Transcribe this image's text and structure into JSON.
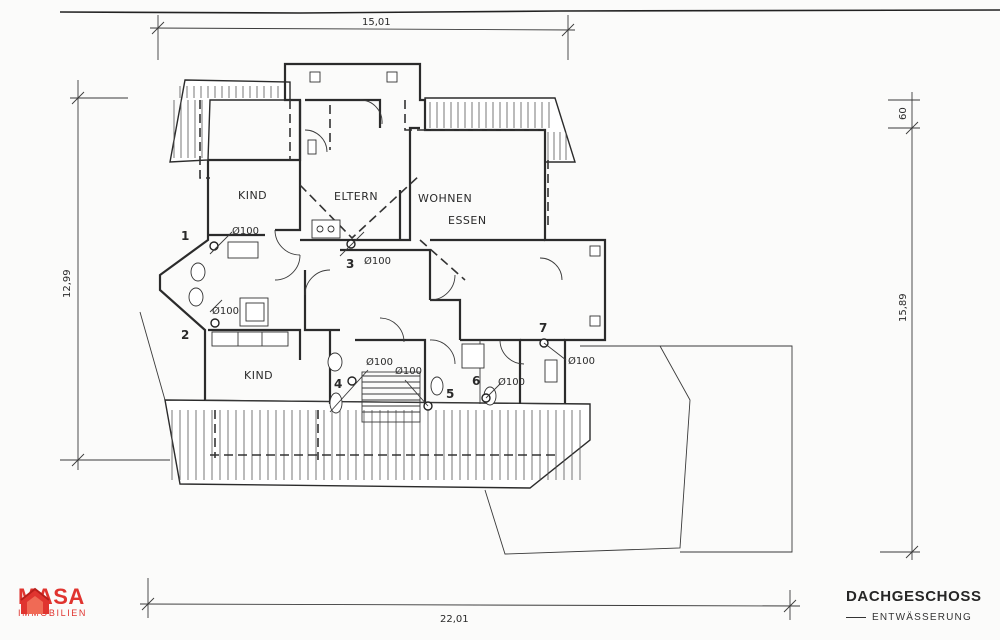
{
  "title": "DACHGESCHOSS",
  "subtitle": "ENTWÄSSERUNG",
  "brand": {
    "name": "MASA",
    "sub": "IMMOBILIEN",
    "color": "#e0342f"
  },
  "rooms": {
    "kind_top": "KIND",
    "eltern": "ELTERN",
    "wohnen": "WOHNEN",
    "essen": "ESSEN",
    "kind_bottom": "KIND"
  },
  "dimensions": {
    "top": "15,01",
    "bottom": "22,01",
    "left": "12,99",
    "right": "15,89",
    "right_small": "60"
  },
  "drains": [
    {
      "number": "1",
      "pipe": "Ø100"
    },
    {
      "number": "2",
      "pipe": "Ø100"
    },
    {
      "number": "3",
      "pipe": "Ø100"
    },
    {
      "number": "4",
      "pipe": "Ø100"
    },
    {
      "number": "5",
      "pipe": "Ø100"
    },
    {
      "number": "6",
      "pipe": "Ø100"
    },
    {
      "number": "7",
      "pipe": "Ø100"
    }
  ]
}
